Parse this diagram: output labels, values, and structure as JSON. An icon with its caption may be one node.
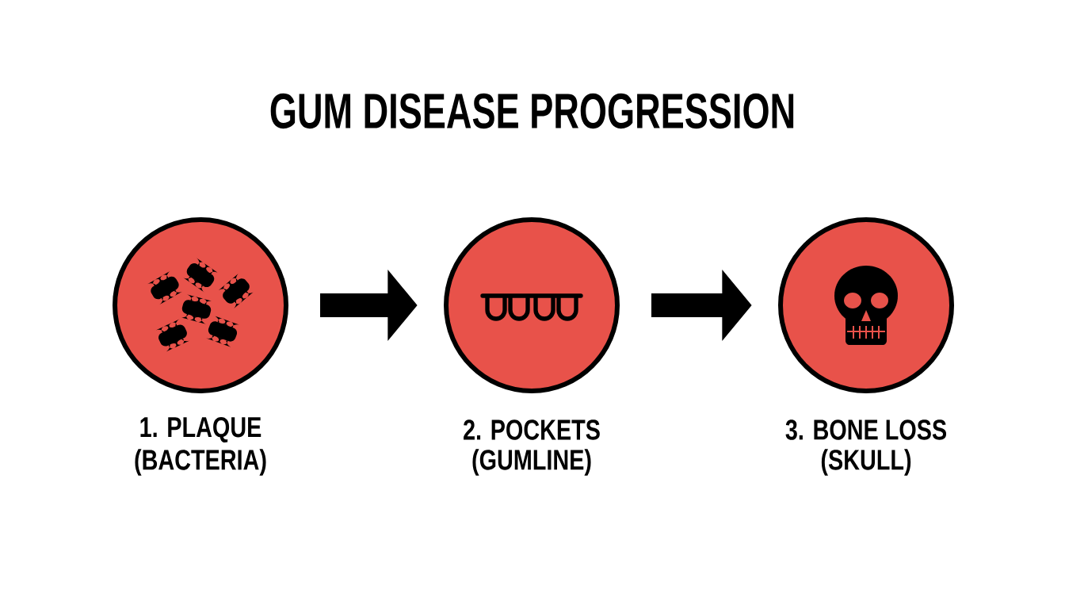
{
  "diagram": {
    "title": "GUM DISEASE PROGRESSION",
    "nodes": [
      {
        "text": [],
        "shape": "circle",
        "beside": [
          "1. PLAQUE",
          "(BACTERIA)"
        ]
      },
      {
        "text": [],
        "shape": "circle",
        "beside": [
          "2. POCKETS",
          "(GUMLINE)"
        ]
      },
      {
        "text": [],
        "shape": "circle",
        "beside": [
          "3. BONE LOSS",
          "(SKULL)"
        ]
      }
    ],
    "edges": [
      {
        "from": 0,
        "to": 1,
        "arrow": "to"
      },
      {
        "from": 1,
        "to": 2,
        "arrow": "to"
      }
    ]
  }
}
